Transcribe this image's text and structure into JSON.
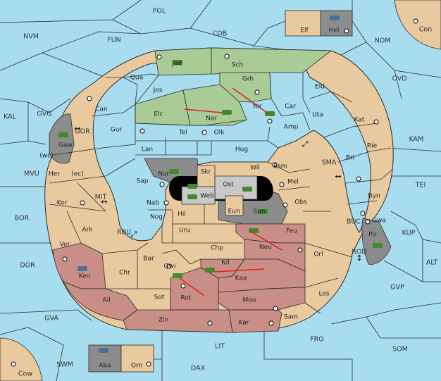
{
  "colors": {
    "sea": "#a8dcef",
    "land": "#e9c99e",
    "power_green": "#a9cb96",
    "power_red": "#c98e86",
    "power_grey": "#8c8c8c",
    "impassable": "#000000",
    "order_arrow": "#e02020",
    "unit_green": "#3f8a2a",
    "unit_blue": "#4a6f9a"
  },
  "sea_labels": [
    {
      "name": "POL"
    },
    {
      "name": "NVM"
    },
    {
      "name": "FUN"
    },
    {
      "name": "COB"
    },
    {
      "name": "NOM"
    },
    {
      "name": "Con"
    },
    {
      "name": "OVD"
    },
    {
      "name": "KAL"
    },
    {
      "name": "GVG"
    },
    {
      "name": "KAM"
    },
    {
      "name": "SMA"
    },
    {
      "name": "TEI"
    },
    {
      "name": "MVU"
    },
    {
      "name": "MIT"
    },
    {
      "name": "BOR"
    },
    {
      "name": "RBU"
    },
    {
      "name": "BUC"
    },
    {
      "name": "KUP"
    },
    {
      "name": "DOR"
    },
    {
      "name": "ROD"
    },
    {
      "name": "ALT"
    },
    {
      "name": "GVP"
    },
    {
      "name": "GVA"
    },
    {
      "name": "FRO"
    },
    {
      "name": "SOM"
    },
    {
      "name": "LIT"
    },
    {
      "name": "SWM"
    },
    {
      "name": "DAX"
    },
    {
      "name": "Cow"
    },
    {
      "name": "GOR"
    }
  ],
  "land_labels": [
    "Jad",
    "Sch",
    "Qua",
    "Jos",
    "Grh",
    "Eld",
    "Can",
    "Yor",
    "Car",
    "Uta",
    "Elc",
    "Nar",
    "Tel",
    "Olk",
    "Amp",
    "Kat",
    "Gaw",
    "Gur",
    "Lan",
    "Hug",
    "Rie",
    "Bri",
    "(wc)",
    "(ec)",
    "Nor",
    "Wil",
    "Esm",
    "Her",
    "Sap",
    "Skr",
    "Ost",
    "Mel",
    "Byn",
    "Kor",
    "Nab",
    "Web",
    "Eun",
    "Sun",
    "Obs",
    "Gwa",
    "Hil",
    "Nog",
    "Uru",
    "Feu",
    "Ark",
    "Neu",
    "Pir",
    "Ver",
    "Chp",
    "Bar",
    "Qwi",
    "Nil",
    "Orl",
    "Ken",
    "Chr",
    "Kaa",
    "Ail",
    "Rot",
    "Sot",
    "Mou",
    "Los",
    "Zin",
    "Kar",
    "Sam",
    "Elf",
    "Hel",
    "Aba",
    "Orn"
  ]
}
